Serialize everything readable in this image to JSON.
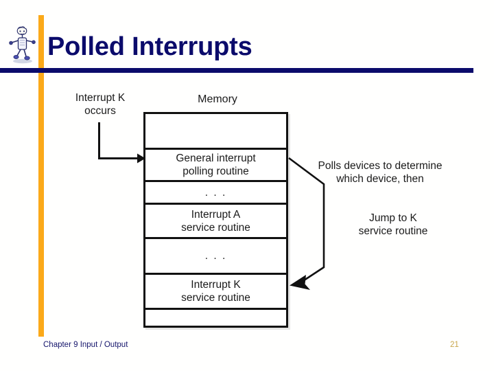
{
  "slide": {
    "title": "Polled Interrupts",
    "accent_color": "#FBA919",
    "title_color": "#0B0B6B",
    "rule_color": "#0B0B6B"
  },
  "footer": {
    "text": "Chapter 9 Input / Output",
    "page_number": "21",
    "page_number_color": "#C8A64B"
  },
  "diagram": {
    "left_label": "Interrupt K\noccurs",
    "memory_label": "Memory",
    "right_label_top": "Polls devices to determine\nwhich device, then",
    "right_label_bottom": "Jump to K\nservice routine",
    "memory_rows": [
      {
        "text": "",
        "name": "memory-row-empty-top"
      },
      {
        "text": "General interrupt\npolling routine",
        "name": "memory-row-general-polling"
      },
      {
        "text": ". . .",
        "name": "memory-row-ellipsis-1"
      },
      {
        "text": "Interrupt A\nservice routine",
        "name": "memory-row-interrupt-a"
      },
      {
        "text": ". . .",
        "name": "memory-row-ellipsis-2"
      },
      {
        "text": "Interrupt K\nservice routine",
        "name": "memory-row-interrupt-k"
      },
      {
        "text": "",
        "name": "memory-row-empty-bottom"
      }
    ]
  }
}
